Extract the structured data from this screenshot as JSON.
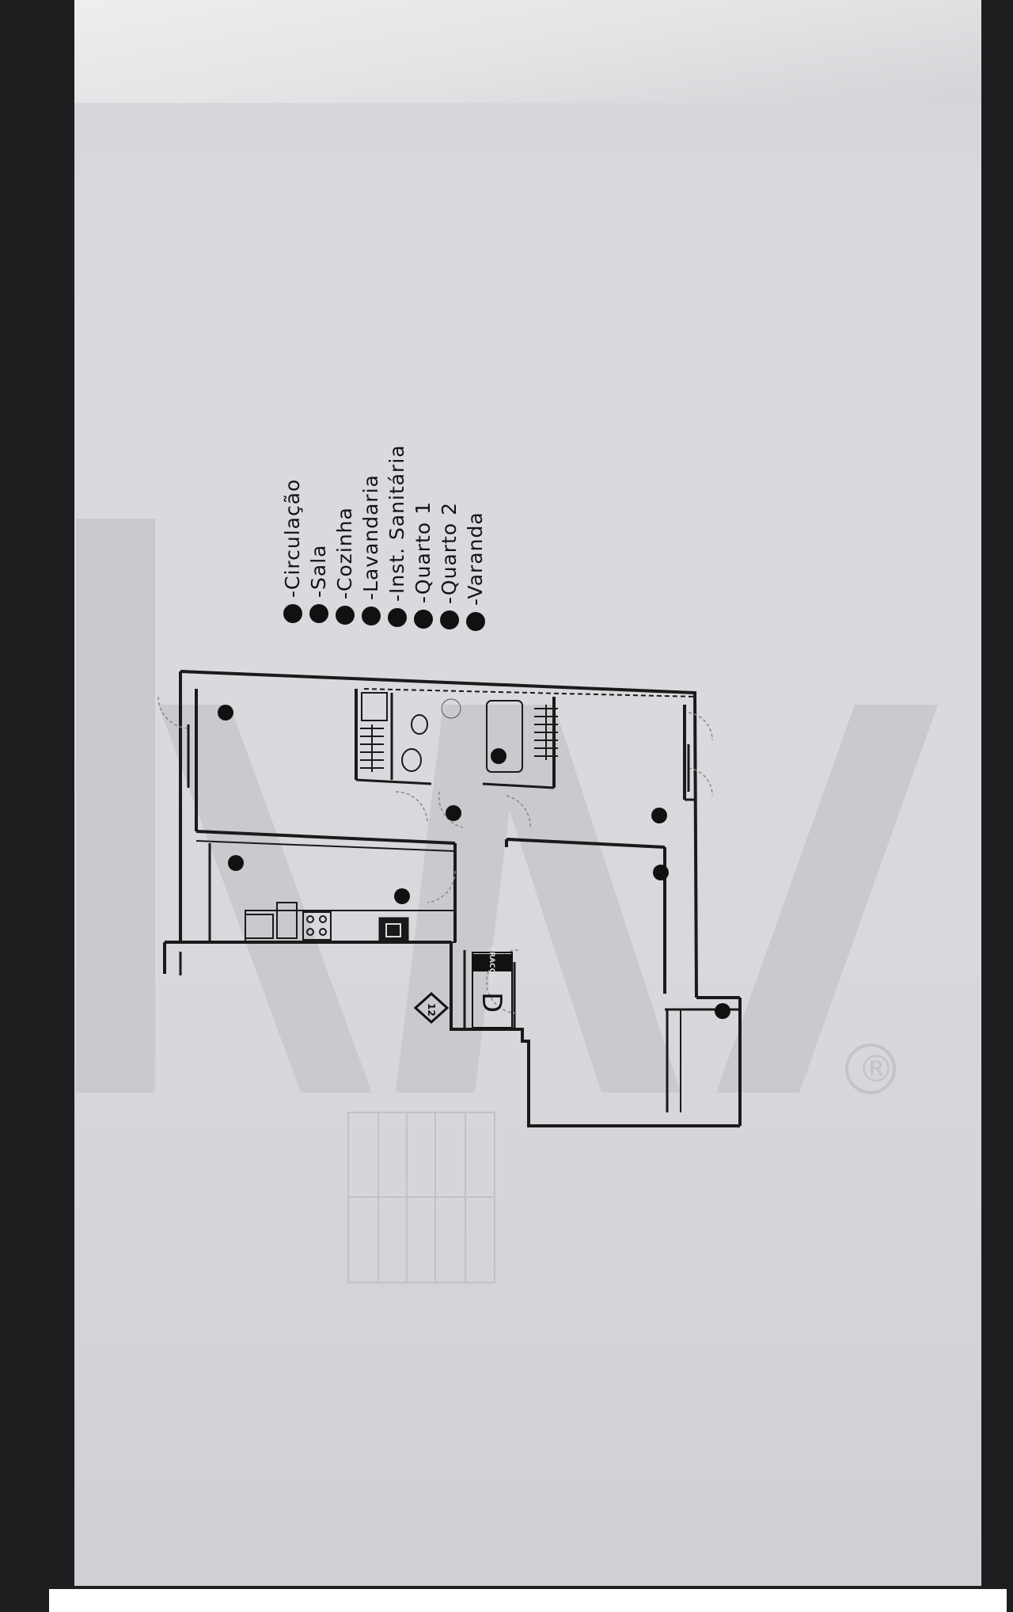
{
  "legend": {
    "items": [
      {
        "label": "-Circulação"
      },
      {
        "label": "-Sala"
      },
      {
        "label": "-Cozinha"
      },
      {
        "label": "-Lavandaria"
      },
      {
        "label": "-Inst. Sanitária"
      },
      {
        "label": "-Quarto 1"
      },
      {
        "label": "-Quarto 2"
      },
      {
        "label": "-Varanda"
      }
    ]
  },
  "unit_tag": {
    "label": "FRACÇÃO",
    "letter": "D"
  },
  "floor_marker": {
    "label": "12"
  },
  "watermark": {
    "registered_symbol": "®",
    "color": "#c4c4c8"
  },
  "colors": {
    "background": "#1e1e21",
    "paper": "#d9d9dd",
    "ink": "#141414"
  }
}
